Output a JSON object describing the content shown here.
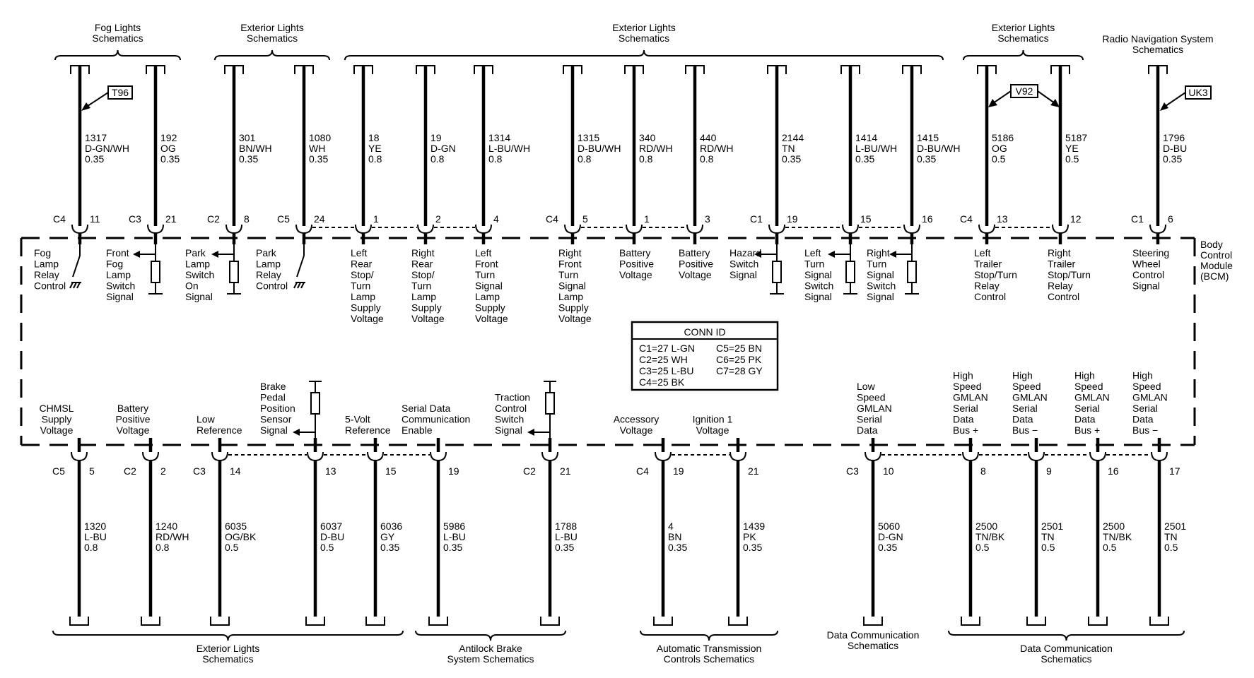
{
  "top_brackets": [
    {
      "text": [
        "Fog Lights",
        "Schematics"
      ]
    },
    {
      "text": [
        "Exterior Lights",
        "Schematics"
      ]
    },
    {
      "text": [
        "Exterior Lights",
        "Schematics"
      ]
    },
    {
      "text": [
        "Exterior Lights",
        "Schematics"
      ]
    },
    {
      "text": [
        "Radio Navigation System",
        "Schematics"
      ]
    }
  ],
  "bottom_brackets": [
    {
      "text": [
        "Exterior Lights",
        "Schematics"
      ]
    },
    {
      "text": [
        "Antilock Brake",
        "System Schematics"
      ]
    },
    {
      "text": [
        "Automatic Transmission",
        "Controls Schematics"
      ]
    },
    {
      "text": [
        "Data Communication",
        "Schematics"
      ]
    },
    {
      "text": [
        "Data Communication",
        "Schematics"
      ]
    }
  ],
  "option_tags": [
    {
      "text": "T96"
    },
    {
      "text": "V92"
    },
    {
      "text": "UK3"
    }
  ],
  "module_label": [
    "Body",
    "Control",
    "Module",
    "(BCM)"
  ],
  "conn_id": {
    "title": "CONN ID",
    "rows": [
      [
        "C1=27 L-GN",
        "C5=25 BN"
      ],
      [
        "C2=25 WH",
        "C6=25 PK"
      ],
      [
        "C3=25 L-BU",
        "C7=28 GY"
      ],
      [
        "C4=25 BK",
        ""
      ]
    ]
  },
  "top_pins": [
    {
      "conn": "C4",
      "pin": "11",
      "wire": [
        "1317",
        "D-GN/WH",
        "0.35"
      ],
      "label": [
        "Fog",
        "Lamp",
        "Relay",
        "Control"
      ]
    },
    {
      "conn": "C3",
      "pin": "21",
      "wire": [
        "192",
        "OG",
        "0.35"
      ],
      "label": [
        "Front",
        "Fog",
        "Lamp",
        "Switch",
        "Signal"
      ]
    },
    {
      "conn": "C2",
      "pin": "8",
      "wire": [
        "301",
        "BN/WH",
        "0.35"
      ],
      "label": [
        "Park",
        "Lamp",
        "Switch",
        "On",
        "Signal"
      ]
    },
    {
      "conn": "C5",
      "pin": "24",
      "wire": [
        "1080",
        "WH",
        "0.35"
      ],
      "label": [
        "Park",
        "Lamp",
        "Relay",
        "Control"
      ]
    },
    {
      "conn": "",
      "pin": "1",
      "wire": [
        "18",
        "YE",
        "0.8"
      ],
      "label": [
        "Left",
        "Rear",
        "Stop/",
        "Turn",
        "Lamp",
        "Supply",
        "Voltage"
      ]
    },
    {
      "conn": "",
      "pin": "2",
      "wire": [
        "19",
        "D-GN",
        "0.8"
      ],
      "label": [
        "Right",
        "Rear",
        "Stop/",
        "Turn",
        "Lamp",
        "Supply",
        "Voltage"
      ]
    },
    {
      "conn": "",
      "pin": "4",
      "wire": [
        "1314",
        "L-BU/WH",
        "0.8"
      ],
      "label": [
        "Left",
        "Front",
        "Turn",
        "Signal",
        "Lamp",
        "Supply",
        "Voltage"
      ]
    },
    {
      "conn": "C4",
      "pin": "5",
      "wire": [
        "1315",
        "D-BU/WH",
        "0.8"
      ],
      "label": [
        "Right",
        "Front",
        "Turn",
        "Signal",
        "Lamp",
        "Supply",
        "Voltage"
      ]
    },
    {
      "conn": "",
      "pin": "1",
      "wire": [
        "340",
        "RD/WH",
        "0.8"
      ],
      "label": [
        "Battery",
        "Positive",
        "Voltage"
      ]
    },
    {
      "conn": "",
      "pin": "3",
      "wire": [
        "440",
        "RD/WH",
        "0.8"
      ],
      "label": [
        "Battery",
        "Positive",
        "Voltage"
      ]
    },
    {
      "conn": "C1",
      "pin": "19",
      "wire": [
        "2144",
        "TN",
        "0.35"
      ],
      "label": [
        "Hazard",
        "Switch",
        "Signal"
      ]
    },
    {
      "conn": "",
      "pin": "15",
      "wire": [
        "1414",
        "L-BU/WH",
        "0.35"
      ],
      "label": [
        "Left",
        "Turn",
        "Signal",
        "Switch",
        "Signal"
      ]
    },
    {
      "conn": "",
      "pin": "16",
      "wire": [
        "1415",
        "D-BU/WH",
        "0.35"
      ],
      "label": [
        "Right",
        "Turn",
        "Signal",
        "Switch",
        "Signal"
      ]
    },
    {
      "conn": "C4",
      "pin": "13",
      "wire": [
        "5186",
        "OG",
        "0.5"
      ],
      "label": [
        "Left",
        "Trailer",
        "Stop/Turn",
        "Relay",
        "Control"
      ]
    },
    {
      "conn": "",
      "pin": "12",
      "wire": [
        "5187",
        "YE",
        "0.5"
      ],
      "label": [
        "Right",
        "Trailer",
        "Stop/Turn",
        "Relay",
        "Control"
      ]
    },
    {
      "conn": "C1",
      "pin": "6",
      "wire": [
        "1796",
        "D-BU",
        "0.35"
      ],
      "label": [
        "Steering",
        "Wheel",
        "Control",
        "Signal"
      ]
    }
  ],
  "bottom_pins": [
    {
      "conn": "C5",
      "pin": "5",
      "wire": [
        "1320",
        "L-BU",
        "0.8"
      ],
      "label": [
        "CHMSL",
        "Supply",
        "Voltage"
      ]
    },
    {
      "conn": "C2",
      "pin": "2",
      "wire": [
        "1240",
        "RD/WH",
        "0.8"
      ],
      "label": [
        "Battery",
        "Positive",
        "Voltage"
      ]
    },
    {
      "conn": "C3",
      "pin": "14",
      "wire": [
        "6035",
        "OG/BK",
        "0.5"
      ],
      "label": [
        "Low",
        "Reference"
      ]
    },
    {
      "conn": "",
      "pin": "13",
      "wire": [
        "6037",
        "D-BU",
        "0.5"
      ],
      "label": [
        "Brake",
        "Pedal",
        "Position",
        "Sensor",
        "Signal"
      ]
    },
    {
      "conn": "",
      "pin": "15",
      "wire": [
        "6036",
        "GY",
        "0.35"
      ],
      "label": [
        "5-Volt",
        "Reference"
      ]
    },
    {
      "conn": "",
      "pin": "19",
      "wire": [
        "5986",
        "L-BU",
        "0.35"
      ],
      "label": [
        "Serial Data",
        "Communication",
        "Enable"
      ]
    },
    {
      "conn": "C2",
      "pin": "21",
      "wire": [
        "1788",
        "L-BU",
        "0.35"
      ],
      "label": [
        "Traction",
        "Control",
        "Switch",
        "Signal"
      ]
    },
    {
      "conn": "C4",
      "pin": "19",
      "wire": [
        "4",
        "BN",
        "0.35"
      ],
      "label": [
        "Accessory",
        "Voltage"
      ]
    },
    {
      "conn": "",
      "pin": "21",
      "wire": [
        "1439",
        "PK",
        "0.35"
      ],
      "label": [
        "Ignition 1",
        "Voltage"
      ]
    },
    {
      "conn": "C3",
      "pin": "10",
      "wire": [
        "5060",
        "D-GN",
        "0.35"
      ],
      "label": [
        "Low",
        "Speed",
        "GMLAN",
        "Serial",
        "Data"
      ]
    },
    {
      "conn": "",
      "pin": "8",
      "wire": [
        "2500",
        "TN/BK",
        "0.5"
      ],
      "label": [
        "High",
        "Speed",
        "GMLAN",
        "Serial",
        "Data",
        "Bus +"
      ]
    },
    {
      "conn": "",
      "pin": "9",
      "wire": [
        "2501",
        "TN",
        "0.5"
      ],
      "label": [
        "High",
        "Speed",
        "GMLAN",
        "Serial",
        "Data",
        "Bus −"
      ]
    },
    {
      "conn": "",
      "pin": "16",
      "wire": [
        "2500",
        "TN/BK",
        "0.5"
      ],
      "label": [
        "High",
        "Speed",
        "GMLAN",
        "Serial",
        "Data",
        "Bus +"
      ]
    },
    {
      "conn": "",
      "pin": "17",
      "wire": [
        "2501",
        "TN",
        "0.5"
      ],
      "label": [
        "High",
        "Speed",
        "GMLAN",
        "Serial",
        "Data",
        "Bus −"
      ]
    }
  ]
}
